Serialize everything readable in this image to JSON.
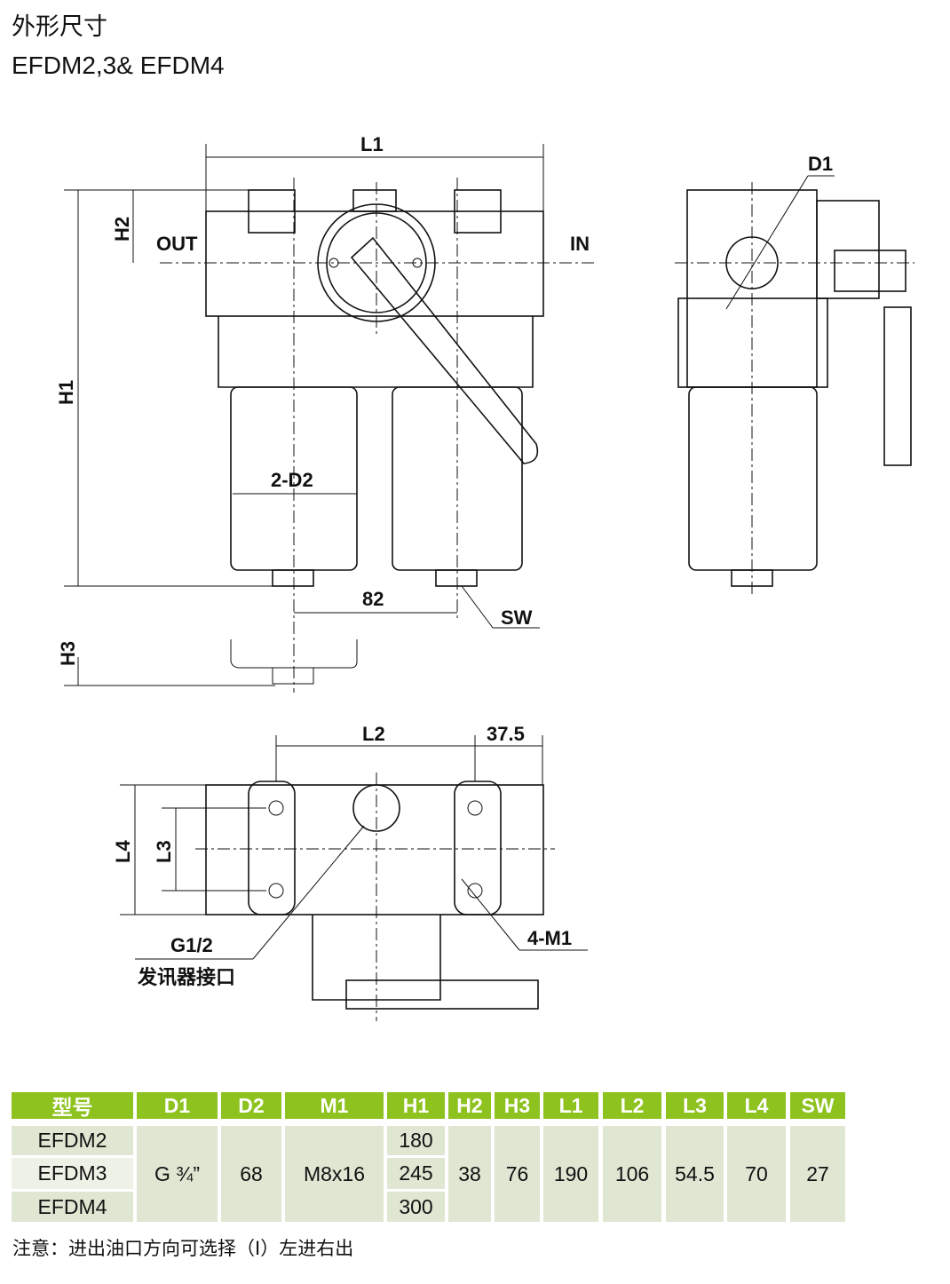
{
  "title": "外形尺寸",
  "subtitle": "EFDM2,3& EFDM4",
  "drawing_labels": {
    "L1": "L1",
    "D1": "D1",
    "H2": "H2",
    "OUT": "OUT",
    "IN": "IN",
    "H1": "H1",
    "D2": "2-D2",
    "dim82": "82",
    "SW": "SW",
    "H3": "H3",
    "L2": "L2",
    "dim37_5": "37.5",
    "L4": "L4",
    "L3": "L3",
    "G12": "G1/2",
    "signal_port": "发讯器接口",
    "M1": "4-M1"
  },
  "colors": {
    "header_bg": "#8dc21f",
    "cell_bg": "#dfe6d2",
    "cell_alt_bg": "#eef2e6"
  },
  "table": {
    "headers": [
      "型号",
      "D1",
      "D2",
      "M1",
      "H1",
      "H2",
      "H3",
      "L1",
      "L2",
      "L3",
      "L4",
      "SW"
    ],
    "models": [
      "EFDM2",
      "EFDM3",
      "EFDM4"
    ],
    "D1": "G ¾”",
    "D2": "68",
    "M1": "M8x16",
    "H1": [
      "180",
      "245",
      "300"
    ],
    "H2": "38",
    "H3": "76",
    "L1": "190",
    "L2": "106",
    "L3": "54.5",
    "L4": "70",
    "SW": "27"
  },
  "note": "注意：进出油口方向可选择（I）左进右出"
}
